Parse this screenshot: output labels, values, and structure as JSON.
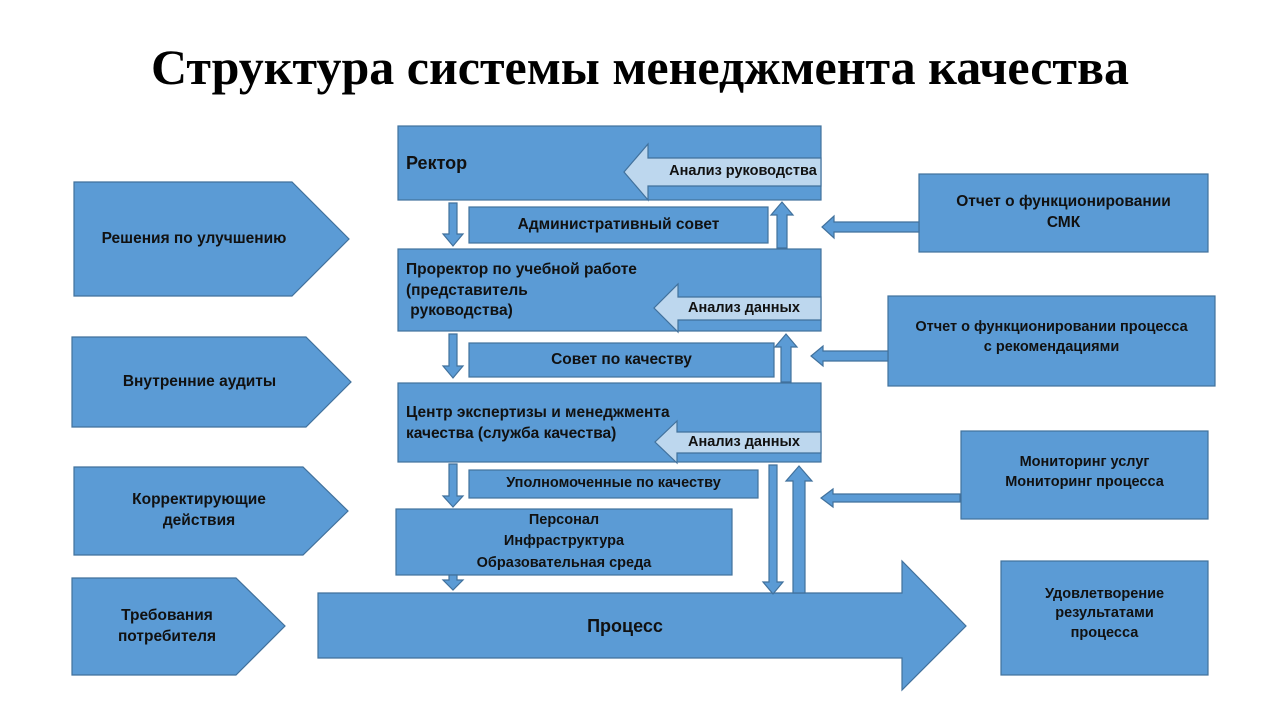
{
  "title": "Структура системы менеджмента качества",
  "colors": {
    "box_fill": "#5B9BD5",
    "box_stroke": "#41719C",
    "light_arrow": "#BDD7EE",
    "text": "#111111"
  },
  "nodes": {
    "rector": "Ректор",
    "admin_council": "Административный  совет",
    "prorector_l1": "Проректор  по учебной работе",
    "prorector_l2": "(представитель",
    "prorector_l3": " руководства)",
    "quality_council": "Совет по качеству",
    "center_l1": "Центр экспертизы и менеджмента",
    "center_l2": "качества  (служба качества)",
    "authorized": "Уполномоченные по качеству",
    "resources_l1": "Персонал",
    "resources_l2": "Инфраструктура",
    "resources_l3": "Образовательная среда",
    "process": "Процесс"
  },
  "feedback": {
    "mgmt_review": "Анализ руководства",
    "data_analysis_1": "Анализ данных",
    "data_analysis_2": "Анализ данных"
  },
  "left": {
    "improvement": "Решения по улучшению",
    "internal_audit": "Внутренние  аудиты",
    "corrective_l1": "Корректирующие",
    "corrective_l2": "действия",
    "requirements_l1": "Требования",
    "requirements_l2": "потребителя"
  },
  "right": {
    "qms_report_l1": "Отчет о функционировании",
    "qms_report_l2": "СМК",
    "process_report_l1": "Отчет о функционировании процесса",
    "process_report_l2": "с рекомендациями",
    "monitoring_l1": "Мониторинг услуг",
    "monitoring_l2": "Мониторинг процесса",
    "satisfaction_l1": "Удовлетворение",
    "satisfaction_l2": "результатами",
    "satisfaction_l3": "процесса"
  }
}
